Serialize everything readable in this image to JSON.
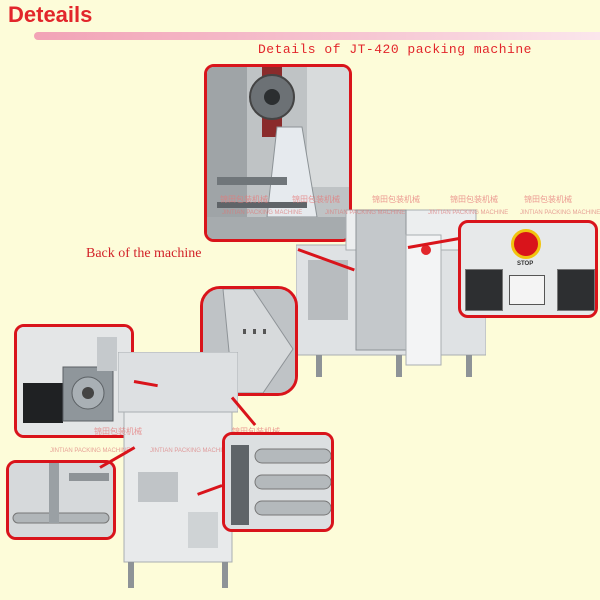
{
  "header": {
    "title": "Deteails"
  },
  "subtitle": "Details of JT-420 packing machine",
  "caption": "Back of the machine",
  "control_panel": {
    "stop_label": "STOP"
  },
  "watermarks": {
    "cn": "锦田包装机械",
    "en": "JINTIAN PACKING MACHINE"
  },
  "colors": {
    "accent": "#e2262b",
    "frame": "#d9141b",
    "background": "#fdfcd9"
  }
}
